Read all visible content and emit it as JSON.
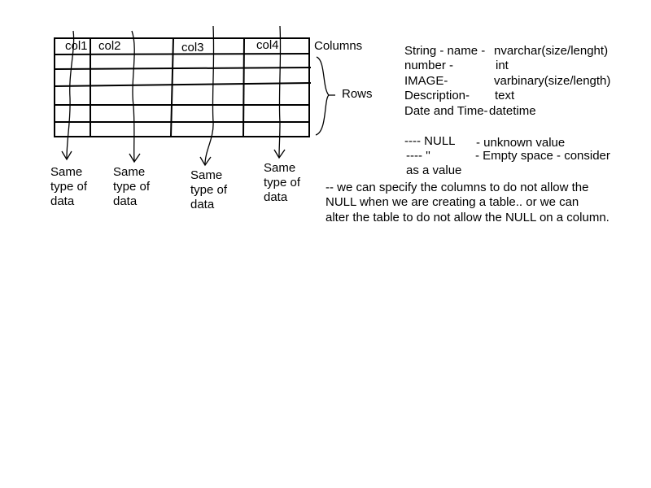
{
  "table": {
    "column_headers": [
      "col1",
      "col2",
      "col3",
      "col4"
    ],
    "columns_label": "Columns",
    "rows_label": "Rows",
    "column_notes": [
      [
        "Same",
        "type of",
        "data"
      ],
      [
        "Same",
        "type of",
        "data"
      ],
      [
        "Same",
        "type of",
        "data"
      ],
      [
        "Same",
        "type of",
        "data"
      ]
    ]
  },
  "types": [
    {
      "kind": "String - name -",
      "sql": "nvarchar(size/lenght)"
    },
    {
      "kind": "number -",
      "sql": "int"
    },
    {
      "kind": "IMAGE-",
      "sql": "varbinary(size/length)"
    },
    {
      "kind": "Description-",
      "sql": "text"
    },
    {
      "kind": "Date and Time-",
      "sql": "datetime"
    }
  ],
  "nulls": {
    "null_left": "---- NULL",
    "null_right": "- unknown value",
    "empty_left": "---- ''",
    "empty_right": "- Empty space - consider",
    "empty_cont": "as a value"
  },
  "note_lines": [
    "-- we can specify the columns to do not allow the",
    "NULL when we are creating a table.. or we can",
    "alter the table to do not allow the NULL on a column."
  ]
}
